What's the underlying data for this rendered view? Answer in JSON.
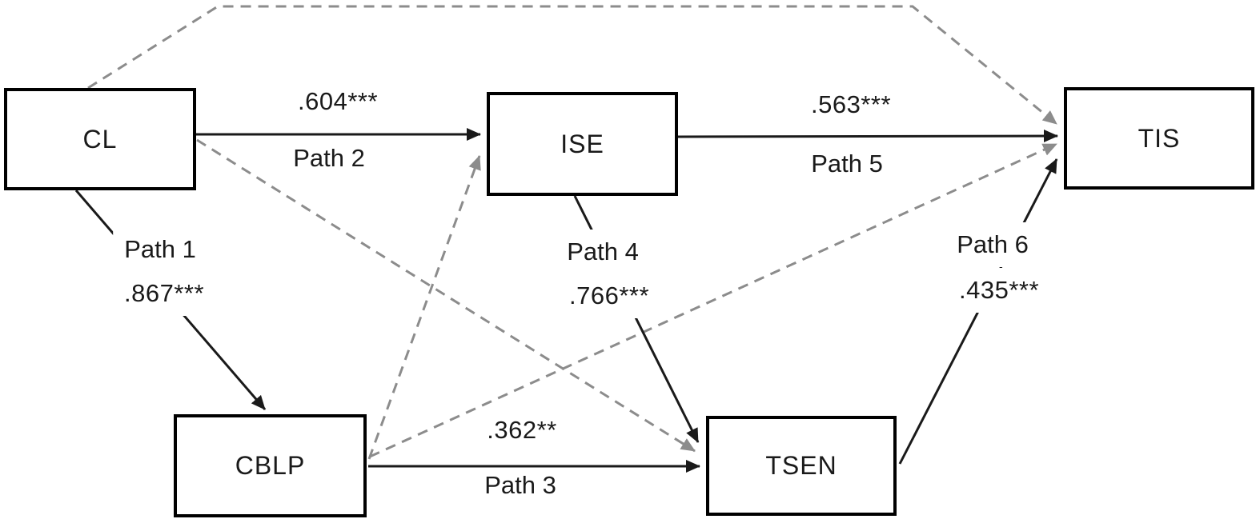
{
  "figure": {
    "type": "path-model-diagram",
    "boxes": {
      "cl": {
        "label": "CL"
      },
      "ise": {
        "label": "ISE"
      },
      "tis": {
        "label": "TIS"
      },
      "cblp": {
        "label": "CBLP"
      },
      "tsen": {
        "label": "TSEN"
      }
    },
    "paths": {
      "path1": {
        "label": "Path 1",
        "coef": ".867***",
        "from": "CL",
        "to": "CBLP",
        "style": "solid"
      },
      "path2": {
        "label": "Path 2",
        "coef": ".604***",
        "from": "CL",
        "to": "ISE",
        "style": "solid"
      },
      "path3": {
        "label": "Path 3",
        "coef": ".362**",
        "from": "CBLP",
        "to": "TSEN",
        "style": "solid"
      },
      "path4": {
        "label": "Path 4",
        "coef": ".766***",
        "from": "ISE",
        "to": "TSEN",
        "style": "solid"
      },
      "path5": {
        "label": "Path 5",
        "coef": ".563***",
        "from": "ISE",
        "to": "TIS",
        "style": "solid"
      },
      "path6": {
        "label": "Path 6",
        "coef": ".435***",
        "from": "TSEN",
        "to": "TIS",
        "style": "solid"
      }
    },
    "dashed_edges": [
      {
        "from": "CL",
        "to": "TIS"
      },
      {
        "from": "CL",
        "to": "TSEN"
      },
      {
        "from": "CBLP",
        "to": "ISE"
      },
      {
        "from": "CBLP",
        "to": "TIS"
      }
    ],
    "colors": {
      "solid_line": "#1a1a1a",
      "dashed_line": "#8c8c8c",
      "box_border": "#000000",
      "background": "#ffffff"
    }
  }
}
